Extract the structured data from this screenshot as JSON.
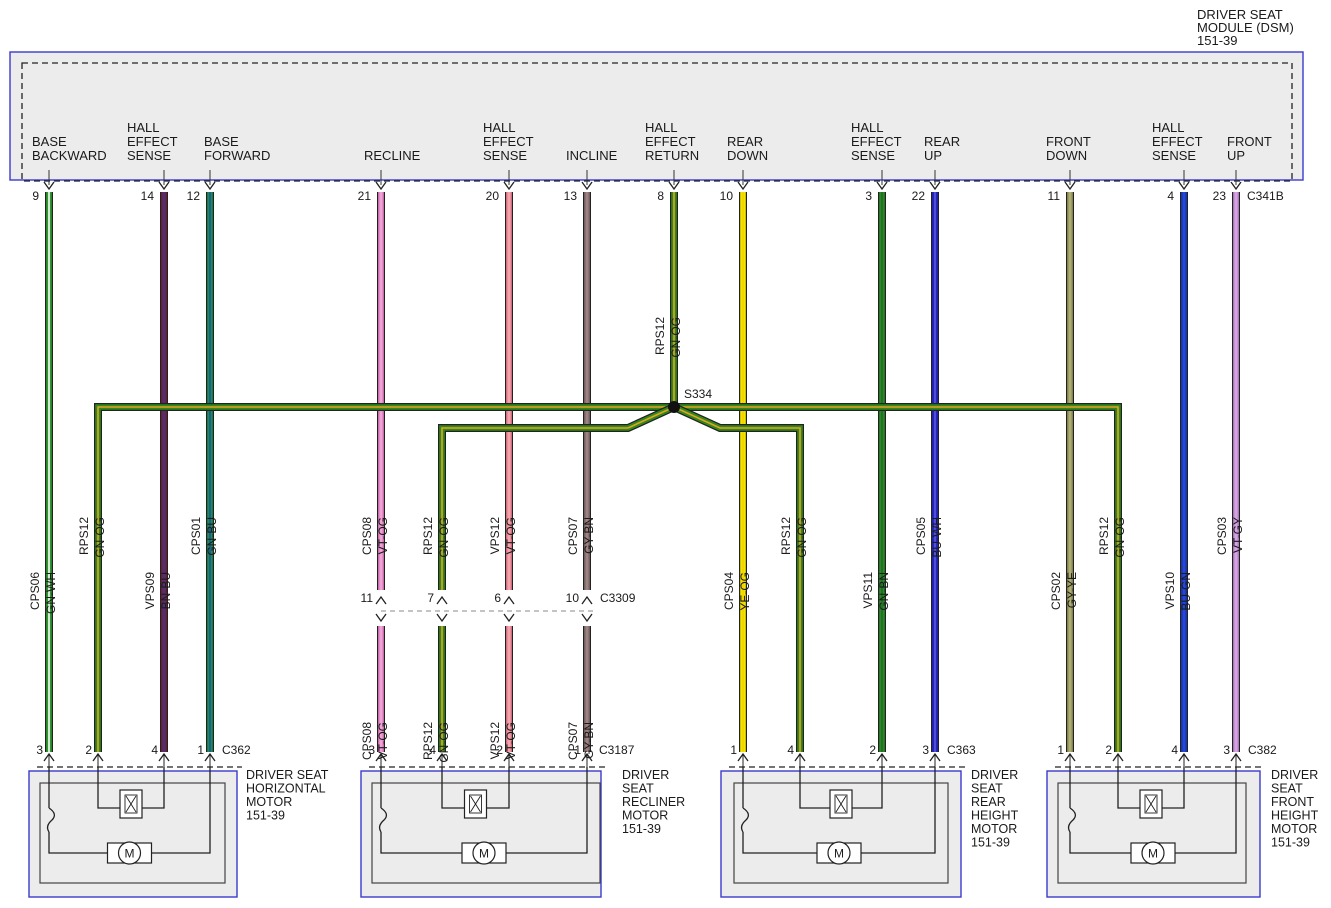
{
  "module": {
    "name_lines": [
      "DRIVER SEAT",
      "MODULE (DSM)",
      "151-39"
    ],
    "connector": "C341B",
    "pins": [
      {
        "id": "p9",
        "pin": "9",
        "label": [
          "BASE",
          "BACKWARD"
        ]
      },
      {
        "id": "p14",
        "pin": "14",
        "label": [
          "HALL",
          "EFFECT",
          "SENSE"
        ]
      },
      {
        "id": "p12",
        "pin": "12",
        "label": [
          "BASE",
          "FORWARD"
        ]
      },
      {
        "id": "p21",
        "pin": "21",
        "label": [
          "RECLINE"
        ]
      },
      {
        "id": "p20",
        "pin": "20",
        "label": [
          "HALL",
          "EFFECT",
          "SENSE"
        ]
      },
      {
        "id": "p13",
        "pin": "13",
        "label": [
          "INCLINE"
        ]
      },
      {
        "id": "p8",
        "pin": "8",
        "label": [
          "HALL",
          "EFFECT",
          "RETURN"
        ]
      },
      {
        "id": "p10",
        "pin": "10",
        "label": [
          "REAR",
          "DOWN"
        ]
      },
      {
        "id": "p3",
        "pin": "3",
        "label": [
          "HALL",
          "EFFECT",
          "SENSE"
        ]
      },
      {
        "id": "p22",
        "pin": "22",
        "label": [
          "REAR",
          "UP"
        ]
      },
      {
        "id": "p11",
        "pin": "11",
        "label": [
          "FRONT",
          "DOWN"
        ]
      },
      {
        "id": "p4",
        "pin": "4",
        "label": [
          "HALL",
          "EFFECT",
          "SENSE"
        ]
      },
      {
        "id": "p23",
        "pin": "23",
        "label": [
          "FRONT",
          "UP"
        ]
      }
    ]
  },
  "splice": "S334",
  "inline_connector": {
    "name": "C3309",
    "pins": [
      "11",
      "7",
      "6",
      "10"
    ]
  },
  "wires": [
    {
      "id": "w9",
      "circuit": "CPS06",
      "color_code": "GN-WH",
      "colors": [
        "#2e9a2e",
        "#ffffff"
      ]
    },
    {
      "id": "wh1",
      "circuit": "RPS12",
      "color_code": "GN-OG",
      "colors": [
        "#2f8a1e",
        "#e8a020"
      ]
    },
    {
      "id": "w14",
      "circuit": "VPS09",
      "color_code": "BN-BU",
      "colors": [
        "#7a1f3a",
        "#2a3aa0"
      ]
    },
    {
      "id": "w12",
      "circuit": "CPS01",
      "color_code": "GN-BU",
      "colors": [
        "#1e8f4a",
        "#1f4fb0"
      ]
    },
    {
      "id": "w21",
      "circuit": "CPS08",
      "color_code": "VT-OG",
      "colors": [
        "#e888c8",
        "#f0a8d8"
      ]
    },
    {
      "id": "wh2",
      "circuit": "RPS12",
      "color_code": "GN-OG",
      "colors": [
        "#2f8a1e",
        "#e8a020"
      ]
    },
    {
      "id": "w20",
      "circuit": "VPS12",
      "color_code": "VT-OG",
      "colors": [
        "#f08a9a",
        "#f4aab0"
      ]
    },
    {
      "id": "w13",
      "circuit": "CPS07",
      "color_code": "GY-BN",
      "colors": [
        "#8a7070",
        "#a08888"
      ]
    },
    {
      "id": "w8",
      "circuit": "RPS12",
      "color_code": "GN-OG",
      "colors": [
        "#2f8a1e",
        "#e8a020"
      ]
    },
    {
      "id": "w10",
      "circuit": "CPS04",
      "color_code": "YE-OG",
      "colors": [
        "#f2e600",
        "#f6d000"
      ]
    },
    {
      "id": "wh3",
      "circuit": "RPS12",
      "color_code": "GN-OG",
      "colors": [
        "#2f8a1e",
        "#e8a020"
      ]
    },
    {
      "id": "w3",
      "circuit": "VPS11",
      "color_code": "GN-BN",
      "colors": [
        "#2a8a2a",
        "#1f6e1f"
      ]
    },
    {
      "id": "w22",
      "circuit": "CPS05",
      "color_code": "BU-WH",
      "colors": [
        "#2424c0",
        "#5a5ae0"
      ]
    },
    {
      "id": "w11",
      "circuit": "CPS02",
      "color_code": "GY-YE",
      "colors": [
        "#9a9a60",
        "#b4b478"
      ]
    },
    {
      "id": "wh4",
      "circuit": "RPS12",
      "color_code": "GN-OG",
      "colors": [
        "#2f8a1e",
        "#e8a020"
      ]
    },
    {
      "id": "w4",
      "circuit": "VPS10",
      "color_code": "BU-GN",
      "colors": [
        "#1a3ac8",
        "#2a4ad8"
      ]
    },
    {
      "id": "w23",
      "circuit": "CPS03",
      "color_code": "VT-GY",
      "colors": [
        "#c890d8",
        "#d8a8e4"
      ]
    }
  ],
  "motors": [
    {
      "id": "m1",
      "name_lines": [
        "DRIVER SEAT",
        "HORIZONTAL",
        "MOTOR",
        "151-39"
      ],
      "connector": "C362",
      "pins": [
        "3",
        "2",
        "4",
        "1"
      ]
    },
    {
      "id": "m2",
      "name_lines": [
        "DRIVER",
        "SEAT",
        "RECLINER",
        "MOTOR",
        "151-39"
      ],
      "connector": "C3187",
      "pins": [
        "3",
        "4",
        "2",
        "1"
      ]
    },
    {
      "id": "m3",
      "name_lines": [
        "DRIVER",
        "SEAT",
        "REAR",
        "HEIGHT",
        "MOTOR",
        "151-39"
      ],
      "connector": "C363",
      "pins": [
        "1",
        "4",
        "2",
        "3"
      ]
    },
    {
      "id": "m4",
      "name_lines": [
        "DRIVER",
        "SEAT",
        "FRONT",
        "HEIGHT",
        "MOTOR",
        "151-39"
      ],
      "connector": "C382",
      "pins": [
        "1",
        "2",
        "4",
        "3"
      ]
    }
  ],
  "motor_symbol": "M"
}
